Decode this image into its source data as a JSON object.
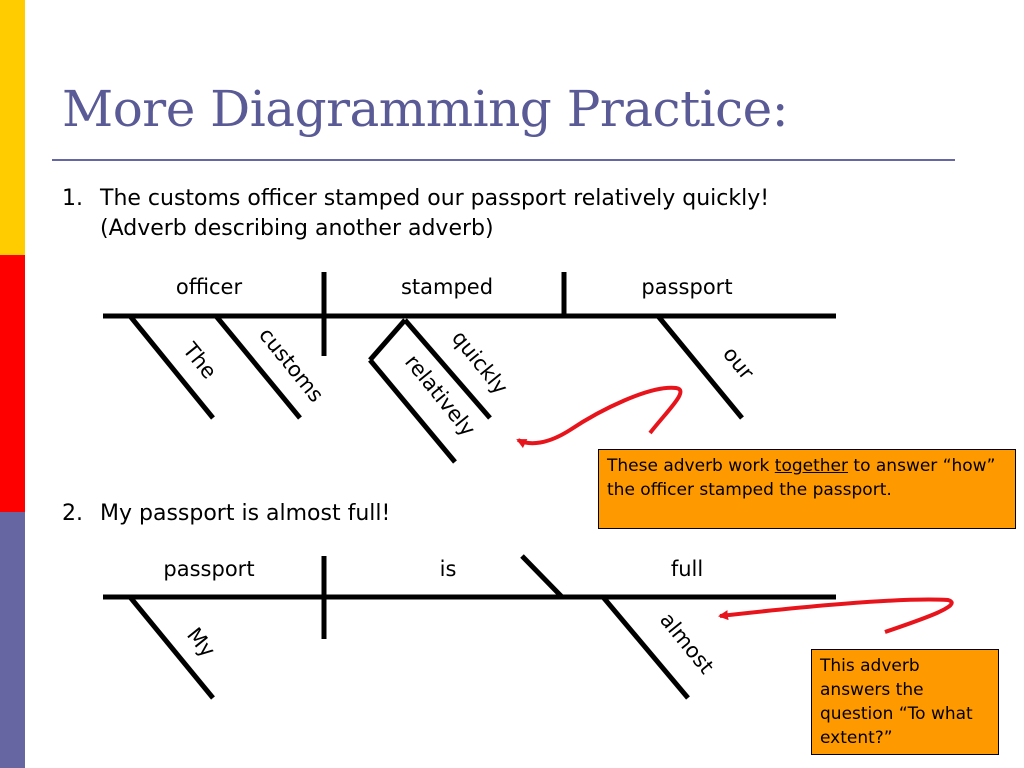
{
  "title": "More Diagramming Practice:",
  "items": [
    {
      "number": "1.",
      "sentence": "The customs officer stamped our passport relatively quickly!",
      "note": "(Adverb describing another adverb)"
    },
    {
      "number": "2.",
      "sentence": "My passport is almost full!"
    }
  ],
  "diagram1": {
    "subject": "officer",
    "verb": "stamped",
    "object": "passport",
    "modifiers": [
      "The",
      "customs",
      "quickly",
      "relatively",
      "our"
    ]
  },
  "diagram2": {
    "subject": "passport",
    "verb": "is",
    "complement": "full",
    "modifiers": [
      "My",
      "almost"
    ]
  },
  "callouts": [
    {
      "before": "These adverb work ",
      "emphasis": "together",
      "after": " to answer “how” the officer stamped the passport."
    },
    {
      "text": "This adverb answers the question “To what extent?”"
    }
  ],
  "colors": {
    "accent_yellow": "#FFCC00",
    "accent_red": "#FF0000",
    "accent_blue": "#6666A3",
    "title_color": "#5A5A96",
    "callout_fill": "#FF9900",
    "arrow_color": "#E8141B"
  }
}
